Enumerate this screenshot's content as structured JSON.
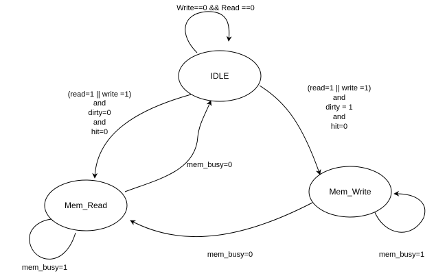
{
  "states": {
    "idle": "IDLE",
    "mem_read": "Mem_Read",
    "mem_write": "Mem_Write"
  },
  "transitions": {
    "idle_self": "Write==0 && Read ==0",
    "idle_to_read": [
      "(read=1 || write =1)",
      "and",
      "dirty=0",
      "and",
      "hit=0"
    ],
    "read_to_idle": "mem_busy=0",
    "idle_to_write": [
      "(read=1 || write =1)",
      "and",
      "dirty = 1",
      "and",
      "hit=0"
    ],
    "write_to_read": "mem_busy=0",
    "read_self": "mem_busy=1",
    "write_self": "mem_busy=1"
  },
  "colors": {
    "stroke": "#000000",
    "fill": "#ffffff"
  }
}
